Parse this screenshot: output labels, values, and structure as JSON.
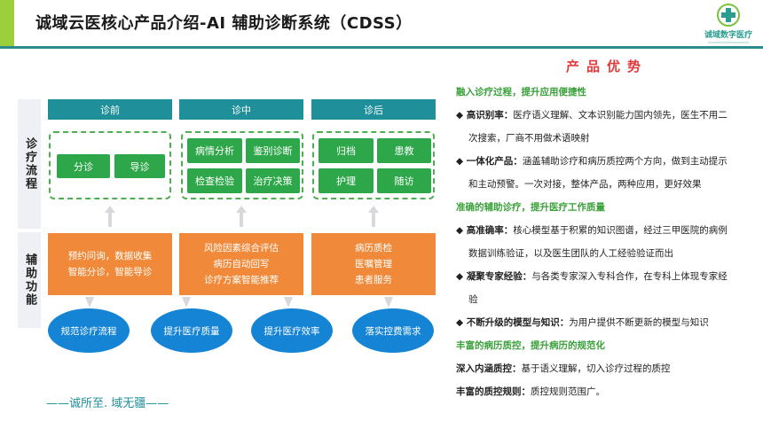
{
  "header": {
    "title": "诚域云医核心产品介绍-AI 辅助诊断系统（CDSS）",
    "logo_text": "诚域数字医疗"
  },
  "side_labels": {
    "top": "诊疗流程",
    "bottom": "辅助功能"
  },
  "phases": [
    {
      "label": "诊前",
      "buttons": [
        "分诊",
        "导诊"
      ]
    },
    {
      "label": "诊中",
      "buttons": [
        "病情分析",
        "鉴别诊断",
        "检查检验",
        "治疗决策"
      ]
    },
    {
      "label": "诊后",
      "buttons": [
        "归档",
        "患教",
        "护理",
        "随访"
      ]
    }
  ],
  "functions": [
    {
      "lines": [
        "预约问询，数据收集",
        "智能分诊，智能导诊"
      ]
    },
    {
      "lines": [
        "风险因素综合评估",
        "病历自动回写",
        "诊疗方案智能推荐"
      ]
    },
    {
      "lines": [
        "病历质检",
        "医嘱管理",
        "患者服务"
      ]
    }
  ],
  "outcomes": [
    "规范诊疗流程",
    "提升医疗质量",
    "提升医疗效率",
    "落实控费需求"
  ],
  "footer": {
    "slogan": "——诚所至. 域无疆——"
  },
  "advantages": {
    "title": "产品优势",
    "lines": [
      {
        "kind": "green",
        "text": "融入诊疗过程，提升应用便捷性"
      },
      {
        "kind": "item",
        "label": "◆ 高识别率：",
        "text": "医疗语义理解、文本识别能力国内领先，医生不用二"
      },
      {
        "kind": "cont",
        "text": "次搜索，厂商不用做术语映射"
      },
      {
        "kind": "item",
        "label": "◆ 一体化产品：",
        "text": "涵盖辅助诊疗和病历质控两个方向，做到主动提示"
      },
      {
        "kind": "cont",
        "text": "和主动预警。一次对接，整体产品，两种应用，更好效果"
      },
      {
        "kind": "green",
        "text": "准确的辅助诊疗，提升医疗工作质量"
      },
      {
        "kind": "item",
        "label": "◆ 高准确率：",
        "text": "核心模型基于积累的知识图谱，经过三甲医院的病例"
      },
      {
        "kind": "cont",
        "text": "数据训练验证，以及医生团队的人工经验验证而出"
      },
      {
        "kind": "item",
        "label": "◆ 凝聚专家经验：",
        "text": "与各类专家深入专科合作，在专科上体现专家经"
      },
      {
        "kind": "cont",
        "text": "验"
      },
      {
        "kind": "item",
        "label": "◆ 不断升级的模型与知识：",
        "text": "为用户提供不断更新的模型与知识"
      },
      {
        "kind": "green",
        "text": "丰富的病历质控，提升病历的规范化"
      },
      {
        "kind": "plain",
        "label": "深入内涵质控：",
        "text": "基于语义理解，切入诊疗过程的质控"
      },
      {
        "kind": "plain",
        "label": "丰富的质控规则：",
        "text": "质控规则范围广。"
      }
    ]
  }
}
